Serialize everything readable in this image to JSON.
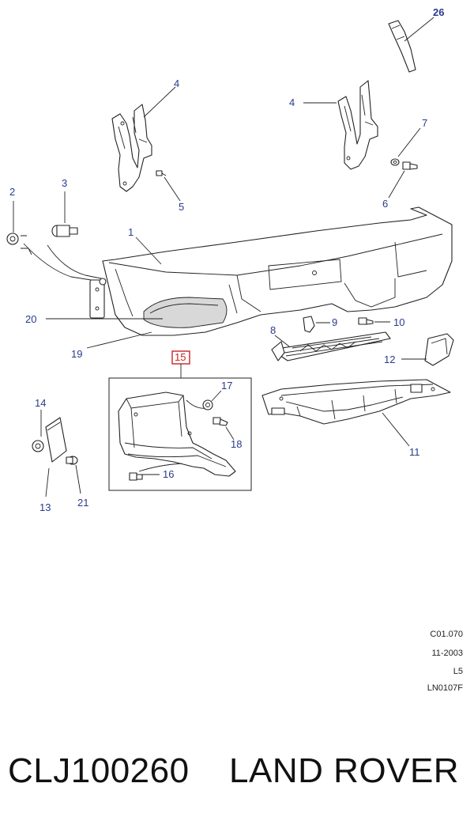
{
  "diagram": {
    "callouts": {
      "c1": "1",
      "c2": "2",
      "c3": "3",
      "c4a": "4",
      "c4b": "4",
      "c5": "5",
      "c6": "6",
      "c7": "7",
      "c8": "8",
      "c9": "9",
      "c10": "10",
      "c11": "11",
      "c12": "12",
      "c13": "13",
      "c14": "14",
      "c15": "15",
      "c16": "16",
      "c17": "17",
      "c18": "18",
      "c19": "19",
      "c20": "20",
      "c21": "21",
      "c26": "26"
    },
    "highlight_color": "#cc2222",
    "callout_color": "#2a3a8c"
  },
  "meta": {
    "ref": "C01.070",
    "date": "11-2003",
    "code": "L5",
    "drawing": "LN0107F"
  },
  "footer": {
    "part_number": "CLJ100260",
    "brand": "LAND ROVER"
  }
}
